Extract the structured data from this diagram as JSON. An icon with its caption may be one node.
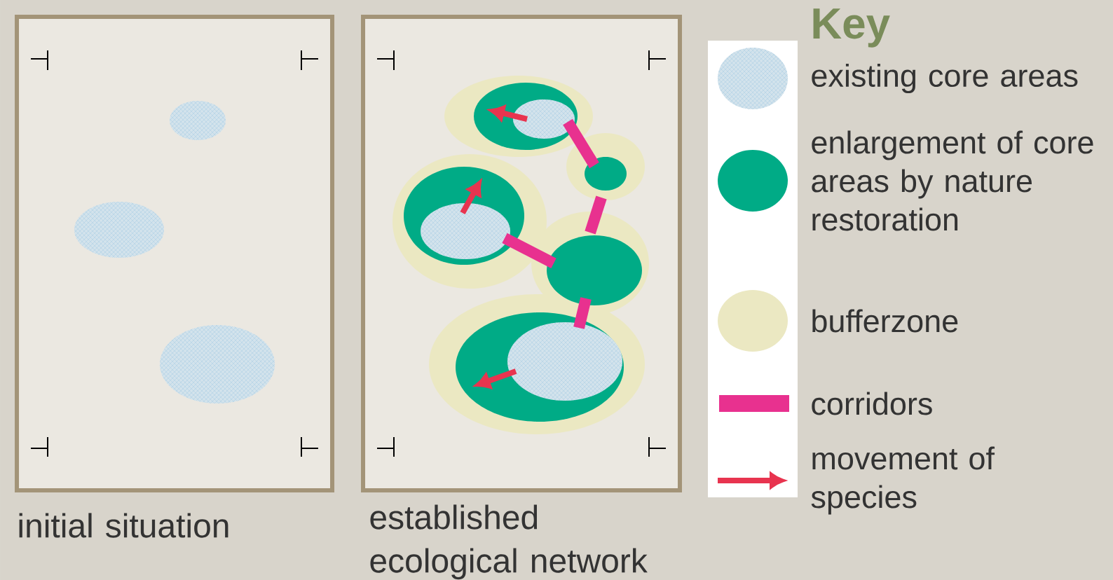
{
  "diagram": {
    "nodes": [
      {
        "text": [],
        "shape": "box",
        "beside": [
          "initial situation"
        ]
      },
      {
        "text": [],
        "shape": "box",
        "beside": [
          "established ecological network"
        ]
      }
    ],
    "labels": [
      "Key"
    ],
    "legend": [
      {
        "text": "existing core areas",
        "color": "#d3e3ec"
      },
      {
        "text": "enlargement of core areas by nature restoration",
        "color": "#00ab86"
      },
      {
        "text": "bufferzone",
        "color": "#ebe8c2"
      },
      {
        "text": "corridors",
        "color": "#e8318f"
      },
      {
        "text": "movement of species"
      }
    ]
  }
}
